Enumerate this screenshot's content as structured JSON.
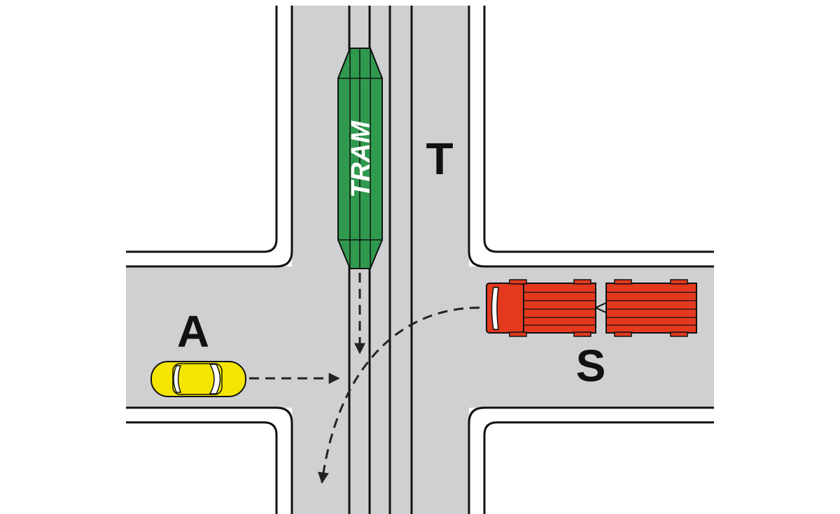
{
  "labels": {
    "tram": "TRAM",
    "tram_vehicle": "T",
    "car": "A",
    "truck": "S"
  },
  "colors": {
    "road": "#cfd0d2",
    "curb": "#111111",
    "rail": "#111111",
    "tram_body": "#2f9a4e",
    "car_body": "#f4e600",
    "truck_body": "#e2391f",
    "path": "#222222"
  }
}
